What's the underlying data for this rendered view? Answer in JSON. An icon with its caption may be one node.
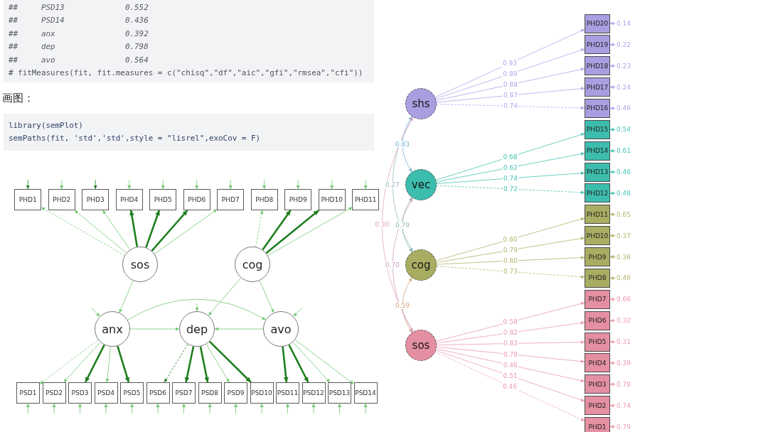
{
  "diagram": {
    "nodes": [
      {
        "text": [
          "PHD1"
        ]
      },
      {
        "text": [
          "PHD2"
        ]
      },
      {
        "text": [
          "PHD3"
        ]
      },
      {
        "text": [
          "PHD4"
        ]
      },
      {
        "text": [
          "PHD5"
        ]
      },
      {
        "text": [
          "PHD6"
        ]
      },
      {
        "text": [
          "PHD7"
        ]
      },
      {
        "text": [
          "PHD8"
        ]
      },
      {
        "text": [
          "PHD9"
        ]
      },
      {
        "text": [
          "PHD10"
        ]
      },
      {
        "text": [
          "PHD11"
        ]
      },
      {
        "text": [
          "sos"
        ]
      },
      {
        "text": [
          "cog"
        ]
      },
      {
        "text": [
          "anx"
        ]
      },
      {
        "text": [
          "dep"
        ]
      },
      {
        "text": [
          "avo"
        ]
      },
      {
        "text": [
          "PSD1"
        ]
      },
      {
        "text": [
          "PSD2"
        ]
      },
      {
        "text": [
          "PSD3"
        ]
      },
      {
        "text": [
          "PSD4"
        ]
      },
      {
        "text": [
          "PSD5"
        ]
      },
      {
        "text": [
          "PSD6"
        ]
      },
      {
        "text": [
          "PSD7"
        ]
      },
      {
        "text": [
          "PSD8"
        ]
      },
      {
        "text": [
          "PSD9"
        ]
      },
      {
        "text": [
          "PSD10"
        ]
      },
      {
        "text": [
          "PSD11"
        ]
      },
      {
        "text": [
          "PSD12"
        ]
      },
      {
        "text": [
          "PSD13"
        ]
      },
      {
        "text": [
          "PSD14"
        ]
      },
      {
        "text": [
          "shs"
        ]
      },
      {
        "text": [
          "vec"
        ]
      },
      {
        "text": [
          "cog"
        ]
      },
      {
        "text": [
          "sos"
        ]
      },
      {
        "text": [
          "PHD20"
        ]
      },
      {
        "text": [
          "PHD19"
        ]
      },
      {
        "text": [
          "PHD18"
        ]
      },
      {
        "text": [
          "PHD17"
        ]
      },
      {
        "text": [
          "PHD16"
        ]
      },
      {
        "text": [
          "PHD15"
        ]
      },
      {
        "text": [
          "PHD14"
        ]
      },
      {
        "text": [
          "PHD13"
        ]
      },
      {
        "text": [
          "PHD12"
        ]
      },
      {
        "text": [
          "PHD11"
        ]
      },
      {
        "text": [
          "PHD10"
        ]
      },
      {
        "text": [
          "PHD9"
        ]
      },
      {
        "text": [
          "PHD8"
        ]
      },
      {
        "text": [
          "PHD7"
        ]
      },
      {
        "text": [
          "PHD6"
        ]
      },
      {
        "text": [
          "PHD5"
        ]
      },
      {
        "text": [
          "PHD4"
        ]
      },
      {
        "text": [
          "PHD3"
        ]
      },
      {
        "text": [
          "PHD2"
        ]
      },
      {
        "text": [
          "PHD1"
        ]
      }
    ],
    "edges": [
      {
        "from": 11,
        "to": 0,
        "arrow": "to",
        "style": "dashed"
      },
      {
        "from": 11,
        "to": 1,
        "arrow": "to"
      },
      {
        "from": 11,
        "to": 2,
        "arrow": "to"
      },
      {
        "from": 11,
        "to": 3,
        "arrow": "to",
        "style": "thick",
        "color": "#1f7f1f"
      },
      {
        "from": 11,
        "to": 4,
        "arrow": "to",
        "style": "thick",
        "color": "#1f7f1f"
      },
      {
        "from": 11,
        "to": 5,
        "arrow": "to",
        "style": "thick",
        "color": "#1f7f1f"
      },
      {
        "from": 11,
        "to": 6,
        "arrow": "to"
      },
      {
        "from": 12,
        "to": 7,
        "arrow": "to",
        "style": "dashed"
      },
      {
        "from": 12,
        "to": 8,
        "arrow": "to",
        "style": "thick",
        "color": "#1f7f1f"
      },
      {
        "from": 12,
        "to": 9,
        "arrow": "to",
        "style": "thick",
        "color": "#1f7f1f"
      },
      {
        "from": 12,
        "to": 10,
        "arrow": "to"
      },
      {
        "from": 13,
        "to": 16,
        "arrow": "to",
        "style": "dashed"
      },
      {
        "from": 13,
        "to": 17,
        "arrow": "to"
      },
      {
        "from": 13,
        "to": 18,
        "arrow": "to",
        "style": "thick",
        "color": "#1f7f1f"
      },
      {
        "from": 13,
        "to": 19,
        "arrow": "to"
      },
      {
        "from": 13,
        "to": 20,
        "arrow": "to",
        "style": "thick",
        "color": "#1f7f1f"
      },
      {
        "from": 14,
        "to": 21,
        "arrow": "to",
        "style": "dashed",
        "color": "#1f7f1f"
      },
      {
        "from": 14,
        "to": 22,
        "arrow": "to",
        "style": "thick",
        "color": "#1f7f1f"
      },
      {
        "from": 14,
        "to": 23,
        "arrow": "to",
        "style": "thick",
        "color": "#1f7f1f"
      },
      {
        "from": 14,
        "to": 24,
        "arrow": "to"
      },
      {
        "from": 14,
        "to": 25,
        "arrow": "to",
        "style": "thick",
        "color": "#1f7f1f"
      },
      {
        "from": 15,
        "to": 26,
        "arrow": "to",
        "style": "thick",
        "color": "#1f7f1f"
      },
      {
        "from": 15,
        "to": 27,
        "arrow": "to",
        "style": "thick",
        "color": "#1f7f1f"
      },
      {
        "from": 15,
        "to": 28,
        "arrow": "to"
      },
      {
        "from": 15,
        "to": 29,
        "arrow": "to"
      },
      {
        "from": 11,
        "to": 13,
        "arrow": "to"
      },
      {
        "from": 12,
        "to": 14,
        "arrow": "to"
      },
      {
        "from": 12,
        "to": 15,
        "arrow": "to"
      },
      {
        "from": 13,
        "to": 14,
        "arrow": "to"
      },
      {
        "from": 15,
        "to": 14,
        "arrow": "to"
      },
      {
        "from": 13,
        "to": 15,
        "arrow": "to"
      },
      {
        "from": null,
        "to": 0,
        "arrow": "to",
        "color": "#1f7f1f"
      },
      {
        "from": null,
        "to": 1,
        "arrow": "to"
      },
      {
        "from": null,
        "to": 2,
        "arrow": "to",
        "color": "#1f7f1f"
      },
      {
        "from": null,
        "to": 3,
        "arrow": "to"
      },
      {
        "from": null,
        "to": 4,
        "arrow": "to"
      },
      {
        "from": null,
        "to": 5,
        "arrow": "to"
      },
      {
        "from": null,
        "to": 6,
        "arrow": "to"
      },
      {
        "from": null,
        "to": 7,
        "arrow": "to"
      },
      {
        "from": null,
        "to": 8,
        "arrow": "to"
      },
      {
        "from": null,
        "to": 9,
        "arrow": "to"
      },
      {
        "from": null,
        "to": 10,
        "arrow": "to"
      },
      {
        "from": null,
        "to": 16,
        "arrow": "to"
      },
      {
        "from": null,
        "to": 17,
        "arrow": "to"
      },
      {
        "from": null,
        "to": 18,
        "arrow": "to"
      },
      {
        "from": null,
        "to": 19,
        "arrow": "to"
      },
      {
        "from": null,
        "to": 20,
        "arrow": "to"
      },
      {
        "from": null,
        "to": 21,
        "arrow": "to"
      },
      {
        "from": null,
        "to": 22,
        "arrow": "to"
      },
      {
        "from": null,
        "to": 23,
        "arrow": "to"
      },
      {
        "from": null,
        "to": 24,
        "arrow": "to"
      },
      {
        "from": null,
        "to": 25,
        "arrow": "to"
      },
      {
        "from": null,
        "to": 26,
        "arrow": "to"
      },
      {
        "from": null,
        "to": 27,
        "arrow": "to"
      },
      {
        "from": null,
        "to": 28,
        "arrow": "to"
      },
      {
        "from": null,
        "to": 29,
        "arrow": "to"
      },
      {
        "from": null,
        "to": 13,
        "arrow": "to"
      },
      {
        "from": null,
        "to": 14,
        "arrow": "to"
      },
      {
        "from": null,
        "to": 15,
        "arrow": "to"
      },
      {
        "from": 30,
        "to": 34,
        "arrow": "to",
        "label": "0.93",
        "color": "#b0a4ec"
      },
      {
        "from": 30,
        "to": 35,
        "arrow": "to",
        "label": "0.89",
        "color": "#b0a4ec"
      },
      {
        "from": 30,
        "to": 36,
        "arrow": "to",
        "label": "0.88",
        "color": "#b0a4ec"
      },
      {
        "from": 30,
        "to": 37,
        "arrow": "to",
        "label": "0.87",
        "color": "#b0a4ec"
      },
      {
        "from": 30,
        "to": 38,
        "arrow": "to",
        "label": "0.74",
        "style": "dashed",
        "color": "#b0a4ec"
      },
      {
        "from": 31,
        "to": 39,
        "arrow": "to",
        "label": "0.68",
        "color": "#45c4b4"
      },
      {
        "from": 31,
        "to": 40,
        "arrow": "to",
        "label": "0.62",
        "color": "#45c4b4"
      },
      {
        "from": 31,
        "to": 41,
        "arrow": "to",
        "label": "0.74",
        "color": "#45c4b4"
      },
      {
        "from": 31,
        "to": 42,
        "arrow": "to",
        "label": "0.72",
        "style": "dashed",
        "color": "#45c4b4"
      },
      {
        "from": 32,
        "to": 43,
        "arrow": "to",
        "label": "0.60",
        "color": "#b5b56c"
      },
      {
        "from": 32,
        "to": 44,
        "arrow": "to",
        "label": "0.79",
        "color": "#b5b56c"
      },
      {
        "from": 32,
        "to": 45,
        "arrow": "to",
        "label": "0.80",
        "color": "#b5b56c"
      },
      {
        "from": 32,
        "to": 46,
        "arrow": "to",
        "label": "0.73",
        "style": "dashed",
        "color": "#b5b56c"
      },
      {
        "from": 33,
        "to": 47,
        "arrow": "to",
        "label": "0.58",
        "color": "#ec9ab0"
      },
      {
        "from": 33,
        "to": 48,
        "arrow": "to",
        "label": "0.82",
        "color": "#ec9ab0"
      },
      {
        "from": 33,
        "to": 49,
        "arrow": "to",
        "label": "0.83",
        "color": "#ec9ab0"
      },
      {
        "from": 33,
        "to": 50,
        "arrow": "to",
        "label": "0.78",
        "color": "#ec9ab0"
      },
      {
        "from": 33,
        "to": 51,
        "arrow": "to",
        "label": "0.46",
        "color": "#ec9ab0"
      },
      {
        "from": 33,
        "to": 52,
        "arrow": "to",
        "label": "0.51",
        "color": "#ec9ab0"
      },
      {
        "from": 33,
        "to": 53,
        "arrow": "to",
        "label": "0.46",
        "style": "dashed",
        "color": "#ec9ab0"
      },
      {
        "from": 30,
        "to": 31,
        "arrow": "both",
        "label": "0.83",
        "color": "#74b2d6"
      },
      {
        "from": 31,
        "to": 32,
        "arrow": "both",
        "label": "0.79",
        "color": "#8cbf9c"
      },
      {
        "from": 32,
        "to": 33,
        "arrow": "both",
        "label": "0.59",
        "color": "#d6a47e"
      },
      {
        "from": 30,
        "to": 32,
        "arrow": "both",
        "label": "0.27",
        "color": "#9cb6c4"
      },
      {
        "from": 31,
        "to": 33,
        "arrow": "both",
        "label": "0.70",
        "color": "#c9a0c4"
      },
      {
        "from": 30,
        "to": 33,
        "arrow": "both",
        "label": "0.30",
        "color": "#e2a6c0"
      },
      {
        "from": null,
        "to": 34,
        "arrow": "to",
        "label": "0.14",
        "color": "#b0a4ec"
      },
      {
        "from": null,
        "to": 35,
        "arrow": "to",
        "label": "0.22",
        "color": "#b0a4ec"
      },
      {
        "from": null,
        "to": 36,
        "arrow": "to",
        "label": "0.23",
        "color": "#b0a4ec"
      },
      {
        "from": null,
        "to": 37,
        "arrow": "to",
        "label": "0.24",
        "color": "#b0a4ec"
      },
      {
        "from": null,
        "to": 38,
        "arrow": "to",
        "label": "0.46",
        "color": "#b0a4ec"
      },
      {
        "from": null,
        "to": 39,
        "arrow": "to",
        "label": "0.54",
        "color": "#45c4b4"
      },
      {
        "from": null,
        "to": 40,
        "arrow": "to",
        "label": "0.61",
        "color": "#45c4b4"
      },
      {
        "from": null,
        "to": 41,
        "arrow": "to",
        "label": "0.46",
        "color": "#45c4b4"
      },
      {
        "from": null,
        "to": 42,
        "arrow": "to",
        "label": "0.48",
        "color": "#45c4b4"
      },
      {
        "from": null,
        "to": 43,
        "arrow": "to",
        "label": "0.65",
        "color": "#b5b56c"
      },
      {
        "from": null,
        "to": 44,
        "arrow": "to",
        "label": "0.37",
        "color": "#b5b56c"
      },
      {
        "from": null,
        "to": 45,
        "arrow": "to",
        "label": "0.36",
        "color": "#b5b56c"
      },
      {
        "from": null,
        "to": 46,
        "arrow": "to",
        "label": "0.46",
        "color": "#b5b56c"
      },
      {
        "from": null,
        "to": 47,
        "arrow": "to",
        "label": "0.66",
        "color": "#ec9ab0"
      },
      {
        "from": null,
        "to": 48,
        "arrow": "to",
        "label": "0.32",
        "color": "#ec9ab0"
      },
      {
        "from": null,
        "to": 49,
        "arrow": "to",
        "label": "0.31",
        "color": "#ec9ab0"
      },
      {
        "from": null,
        "to": 50,
        "arrow": "to",
        "label": "0.39",
        "color": "#ec9ab0"
      },
      {
        "from": null,
        "to": 51,
        "arrow": "to",
        "label": "0.78",
        "color": "#ec9ab0"
      },
      {
        "from": null,
        "to": 52,
        "arrow": "to",
        "label": "0.74",
        "color": "#ec9ab0"
      },
      {
        "from": null,
        "to": 53,
        "arrow": "to",
        "label": "0.79",
        "color": "#ec9ab0"
      }
    ],
    "labels": [
      "##     PSD13             0.552",
      "##     PSD14             0.436",
      "##     anx               0.392",
      "##     dep               0.798",
      "##     avo               0.564",
      "# fitMeasures(fit, fit.measures = c(\"chisq\",\"df\",\"aic\",\"gfi\",\"rmsea\",\"cfi\"))",
      "画图：",
      "library(semPlot)",
      "semPaths(fit, 'std','std',style = \"lisrel\",exoCov = F)"
    ]
  }
}
